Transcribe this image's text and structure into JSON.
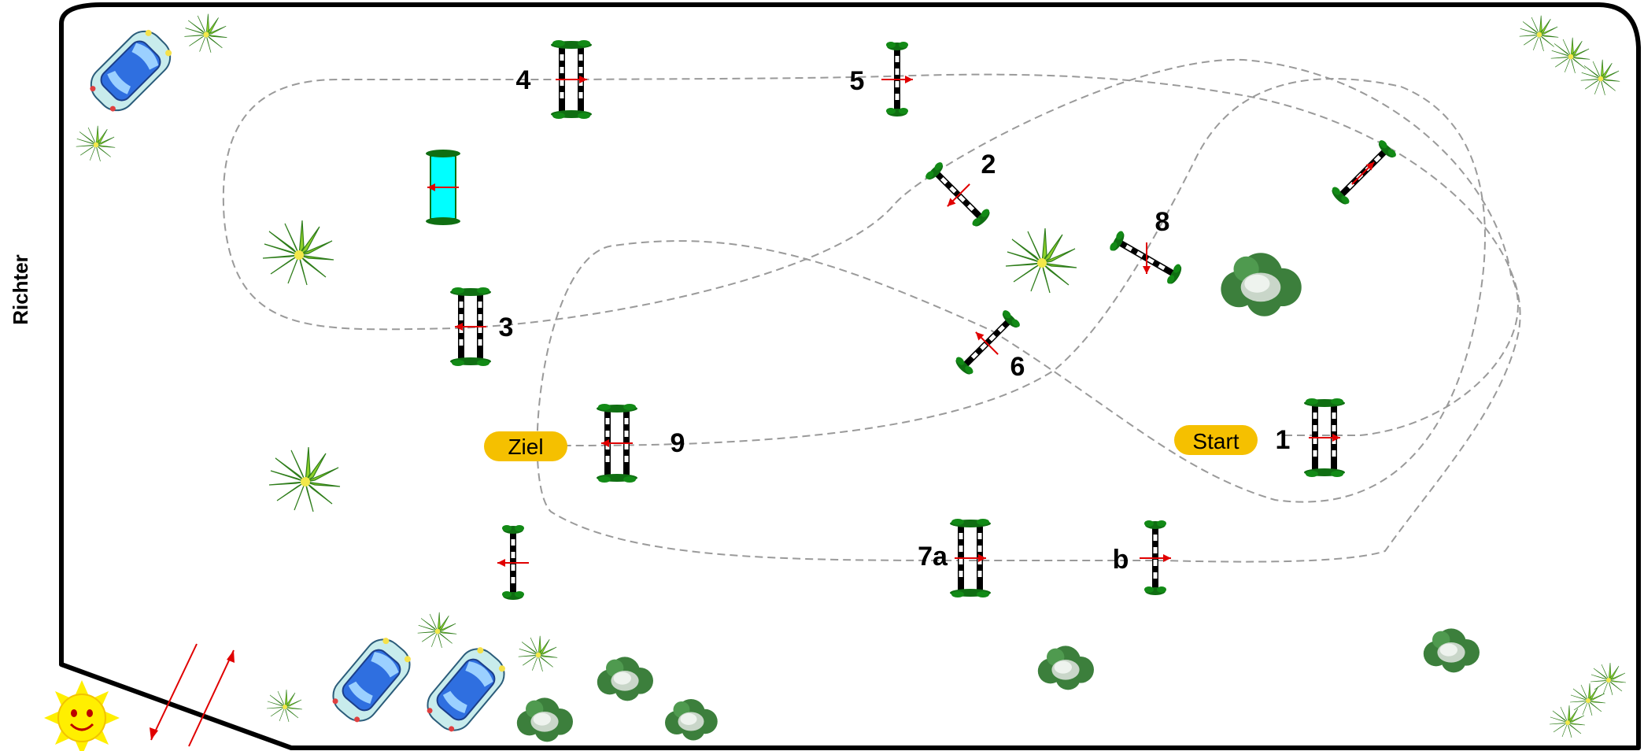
{
  "judge_label": "Richter",
  "start_label": "Start",
  "finish_label": "Ziel",
  "obstacles": [
    {
      "id": "1",
      "label": "1",
      "kind": "oxer"
    },
    {
      "id": "2",
      "label": "2",
      "kind": "vertical"
    },
    {
      "id": "3",
      "label": "3",
      "kind": "oxer"
    },
    {
      "id": "4",
      "label": "4",
      "kind": "oxer"
    },
    {
      "id": "5",
      "label": "5",
      "kind": "vertical"
    },
    {
      "id": "6",
      "label": "6",
      "kind": "vertical"
    },
    {
      "id": "7a",
      "label": "7a",
      "kind": "oxer"
    },
    {
      "id": "7b",
      "label": "b",
      "kind": "vertical"
    },
    {
      "id": "8",
      "label": "8",
      "kind": "vertical"
    },
    {
      "id": "9",
      "label": "9",
      "kind": "oxer"
    }
  ],
  "colors": {
    "border": "#000000",
    "path": "#9a9a9a",
    "pill": "#f5c000",
    "arrow": "#e00000",
    "water": "#00ffff",
    "foliage": "#0f6e12",
    "bush": "#3c7f3c",
    "plant": "#2e9e1f",
    "sun": "#ffef00"
  }
}
